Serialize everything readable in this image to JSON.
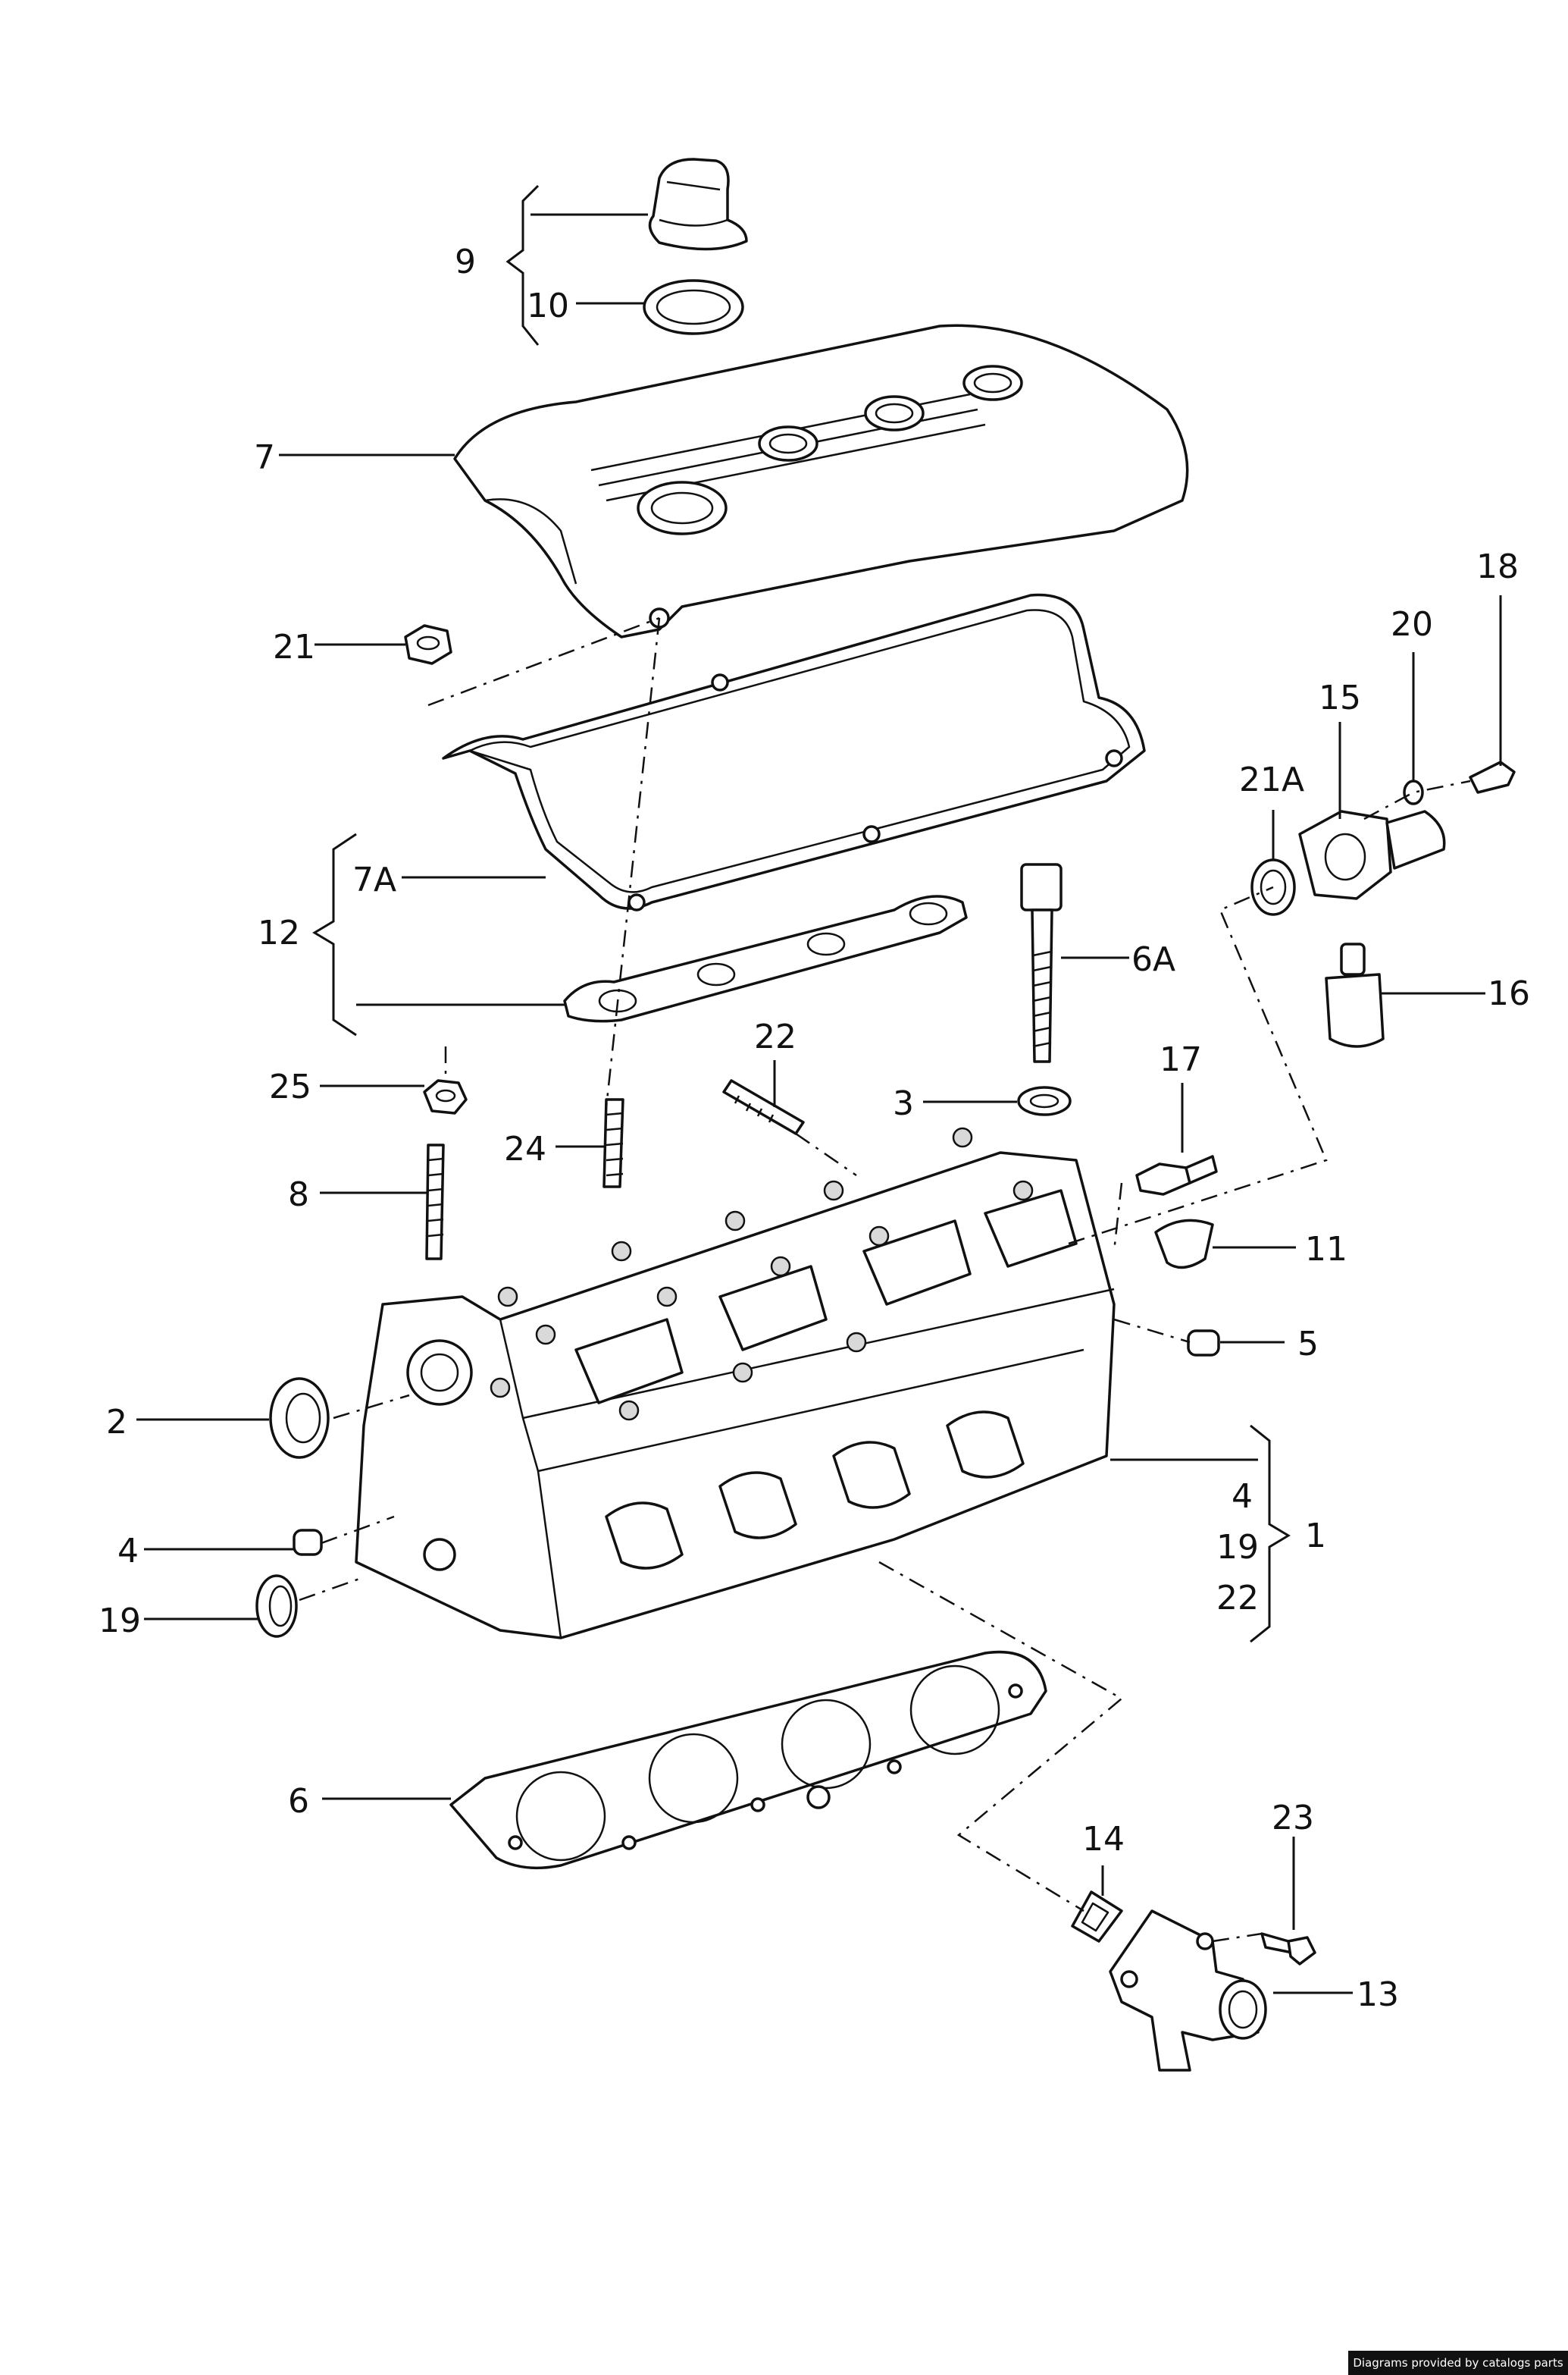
{
  "callouts": {
    "c9": "9",
    "c10": "10",
    "c7": "7",
    "c21": "21",
    "c18": "18",
    "c20": "20",
    "c15": "15",
    "c21a": "21A",
    "c7a": "7A",
    "c12": "12",
    "c6a": "6A",
    "c16": "16",
    "c22": "22",
    "c25": "25",
    "c17": "17",
    "c3": "3",
    "c24": "24",
    "c8": "8",
    "c11": "11",
    "c5": "5",
    "c2": "2",
    "c4": "4",
    "c19": "19",
    "c1": "1",
    "c1_sub4": "4",
    "c1_sub19": "19",
    "c1_sub22": "22",
    "c6": "6",
    "c14": "14",
    "c23": "23",
    "c13": "13"
  },
  "footer": "Diagrams provided by catalogs parts"
}
